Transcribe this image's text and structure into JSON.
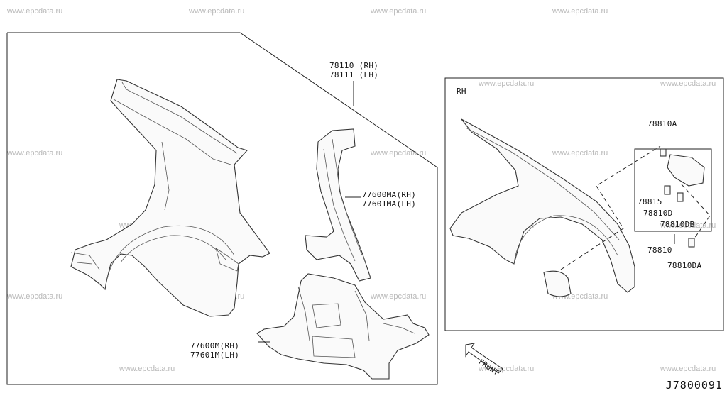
{
  "watermark": "www.epcdata.ru",
  "diagram_code": "J7800091",
  "main_panel": {
    "labels": {
      "fender": [
        "78110 (RH)",
        "78111 (LH)"
      ],
      "pillar": [
        "77600MA(RH)",
        "77601MA(LH)"
      ],
      "inner": [
        "77600M(RH)",
        "77601M(LH)"
      ]
    }
  },
  "detail_panel": {
    "title": "RH",
    "labels": {
      "p1": "78810A",
      "p2": "78815",
      "p3": "78810D",
      "p4": "78810DB",
      "p5": "78810",
      "p6": "78810DA"
    }
  },
  "front_label": "FRONT"
}
